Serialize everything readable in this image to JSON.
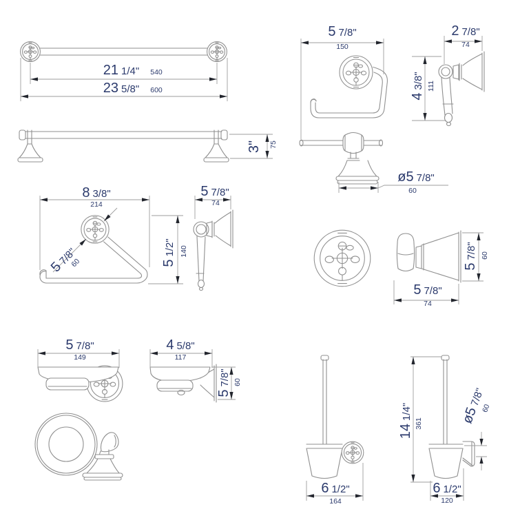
{
  "colors": {
    "text": "#2b3a6c",
    "line": "#8f8f8f",
    "dimline": "#9e9e9e",
    "arrow": "#23262e",
    "background": "#ffffff"
  },
  "towel_bar": {
    "c2c": {
      "num": "21",
      "frac": "1/4\"",
      "mm": "540"
    },
    "overall": {
      "num": "23",
      "frac": "5/8\"",
      "mm": "600"
    },
    "height": {
      "num": "3\"",
      "frac": "",
      "mm": "75"
    }
  },
  "paper_holder": {
    "width": {
      "num": "5",
      "frac": "7/8\"",
      "mm": "150"
    },
    "depth": {
      "num": "2",
      "frac": "7/8\"",
      "mm": "74"
    },
    "height": {
      "num": "4",
      "frac": "3/8\"",
      "mm": "111"
    },
    "flange": {
      "num": "ø5",
      "frac": "7/8\"",
      "mm": "60"
    }
  },
  "towel_ring": {
    "width": {
      "num": "8",
      "frac": "3/8\"",
      "mm": "214"
    },
    "flange": {
      "num": "5",
      "frac": "7/8\"",
      "mm": "60"
    },
    "height": {
      "num": "5",
      "frac": "1/2\"",
      "mm": "140"
    },
    "depth": {
      "num": "5",
      "frac": "7/8\"",
      "mm": "74"
    }
  },
  "robe_hook": {
    "height": {
      "num": "5",
      "frac": "7/8\"",
      "mm": "60"
    },
    "depth": {
      "num": "5",
      "frac": "7/8\"",
      "mm": "74"
    }
  },
  "soap_dish": {
    "width": {
      "num": "5",
      "frac": "7/8\"",
      "mm": "149"
    },
    "depth": {
      "num": "4",
      "frac": "5/8\"",
      "mm": "117"
    },
    "height": {
      "num": "5",
      "frac": "7/8\"",
      "mm": "60"
    }
  },
  "toilet_brush": {
    "width_front": {
      "num": "6",
      "frac": "1/2\"",
      "mm": "164"
    },
    "height": {
      "num": "14",
      "frac": "1/4\"",
      "mm": "361"
    },
    "flange": {
      "num": "ø5",
      "frac": "7/8\"",
      "mm": "60"
    },
    "width_side": {
      "num": "6",
      "frac": "1/2\"",
      "mm": "120"
    }
  }
}
